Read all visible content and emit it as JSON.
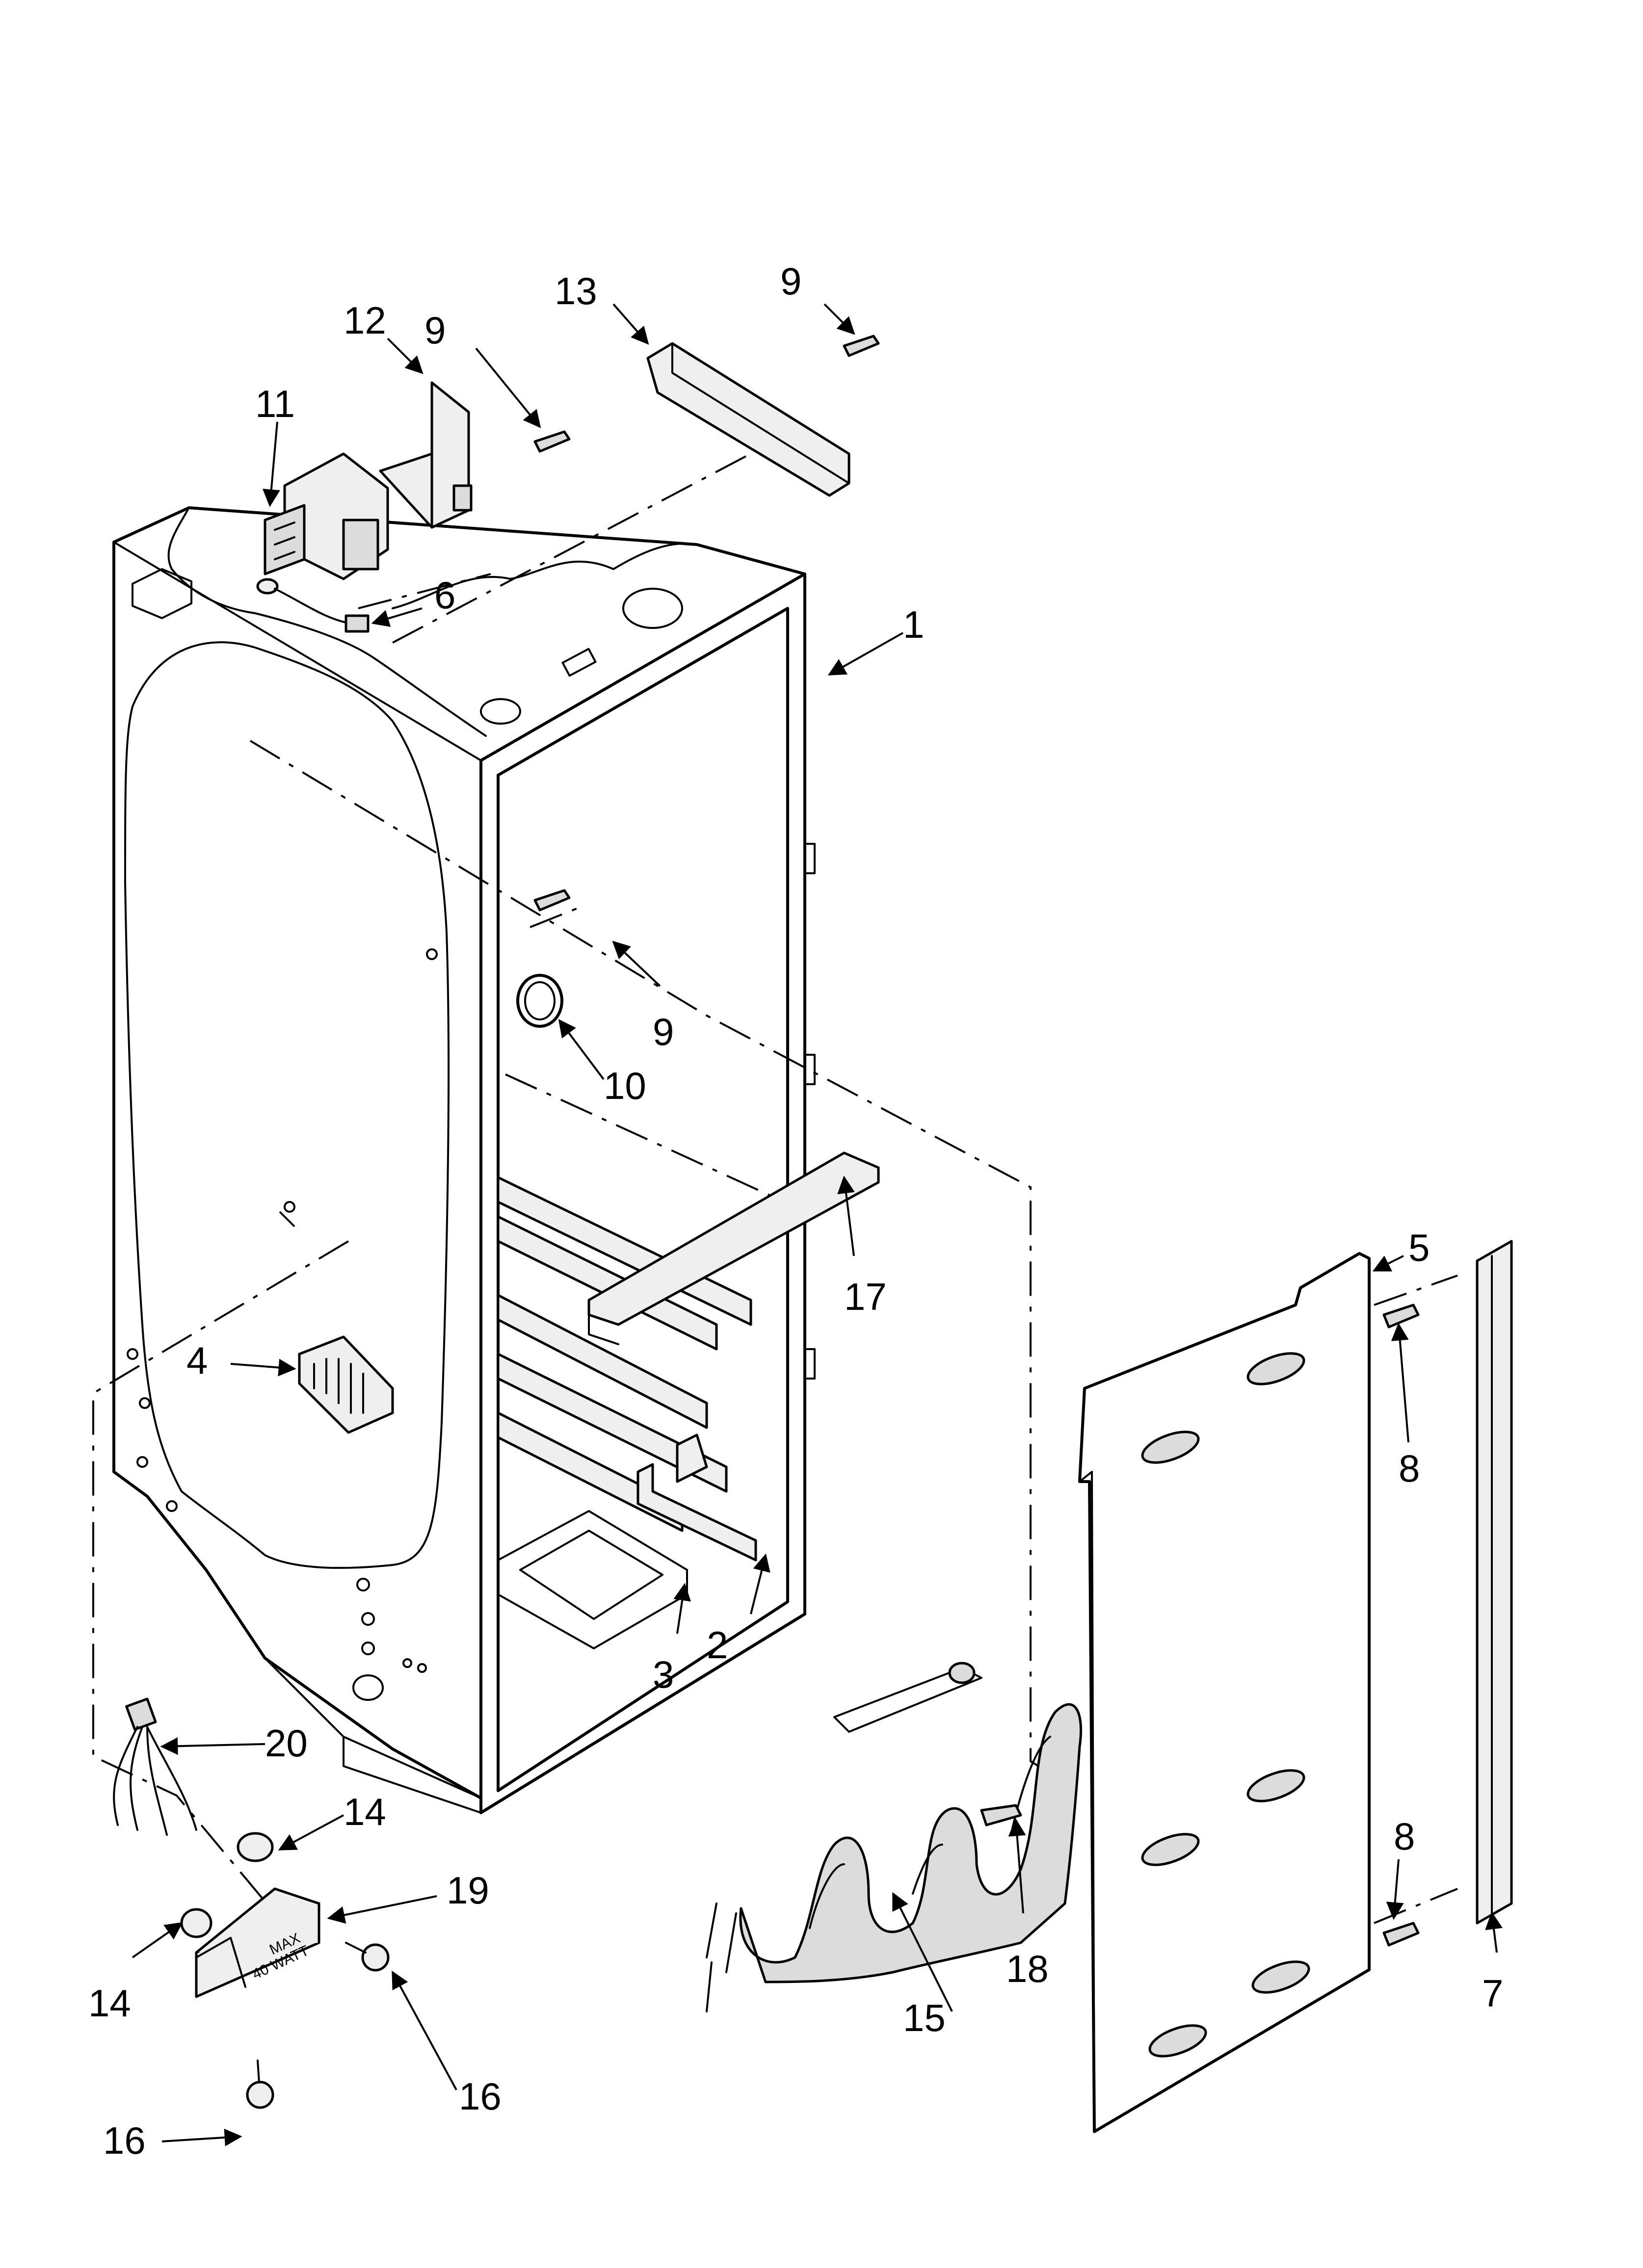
{
  "diagram": {
    "heater_text_line1": "MAX",
    "heater_text_line2": "40 WATT",
    "callouts": [
      {
        "id": "c1",
        "text": "1"
      },
      {
        "id": "c2",
        "text": "2"
      },
      {
        "id": "c3",
        "text": "3"
      },
      {
        "id": "c4",
        "text": "4"
      },
      {
        "id": "c5",
        "text": "5"
      },
      {
        "id": "c6",
        "text": "6"
      },
      {
        "id": "c7",
        "text": "7"
      },
      {
        "id": "c8a",
        "text": "8"
      },
      {
        "id": "c8b",
        "text": "8"
      },
      {
        "id": "c9a",
        "text": "9"
      },
      {
        "id": "c9b",
        "text": "9"
      },
      {
        "id": "c9c",
        "text": "9"
      },
      {
        "id": "c10",
        "text": "10"
      },
      {
        "id": "c11",
        "text": "11"
      },
      {
        "id": "c12",
        "text": "12"
      },
      {
        "id": "c13",
        "text": "13"
      },
      {
        "id": "c14a",
        "text": "14"
      },
      {
        "id": "c14b",
        "text": "14"
      },
      {
        "id": "c15",
        "text": "15"
      },
      {
        "id": "c16a",
        "text": "16"
      },
      {
        "id": "c16b",
        "text": "16"
      },
      {
        "id": "c17",
        "text": "17"
      },
      {
        "id": "c18",
        "text": "18"
      },
      {
        "id": "c19",
        "text": "19"
      },
      {
        "id": "c20",
        "text": "20"
      }
    ]
  }
}
